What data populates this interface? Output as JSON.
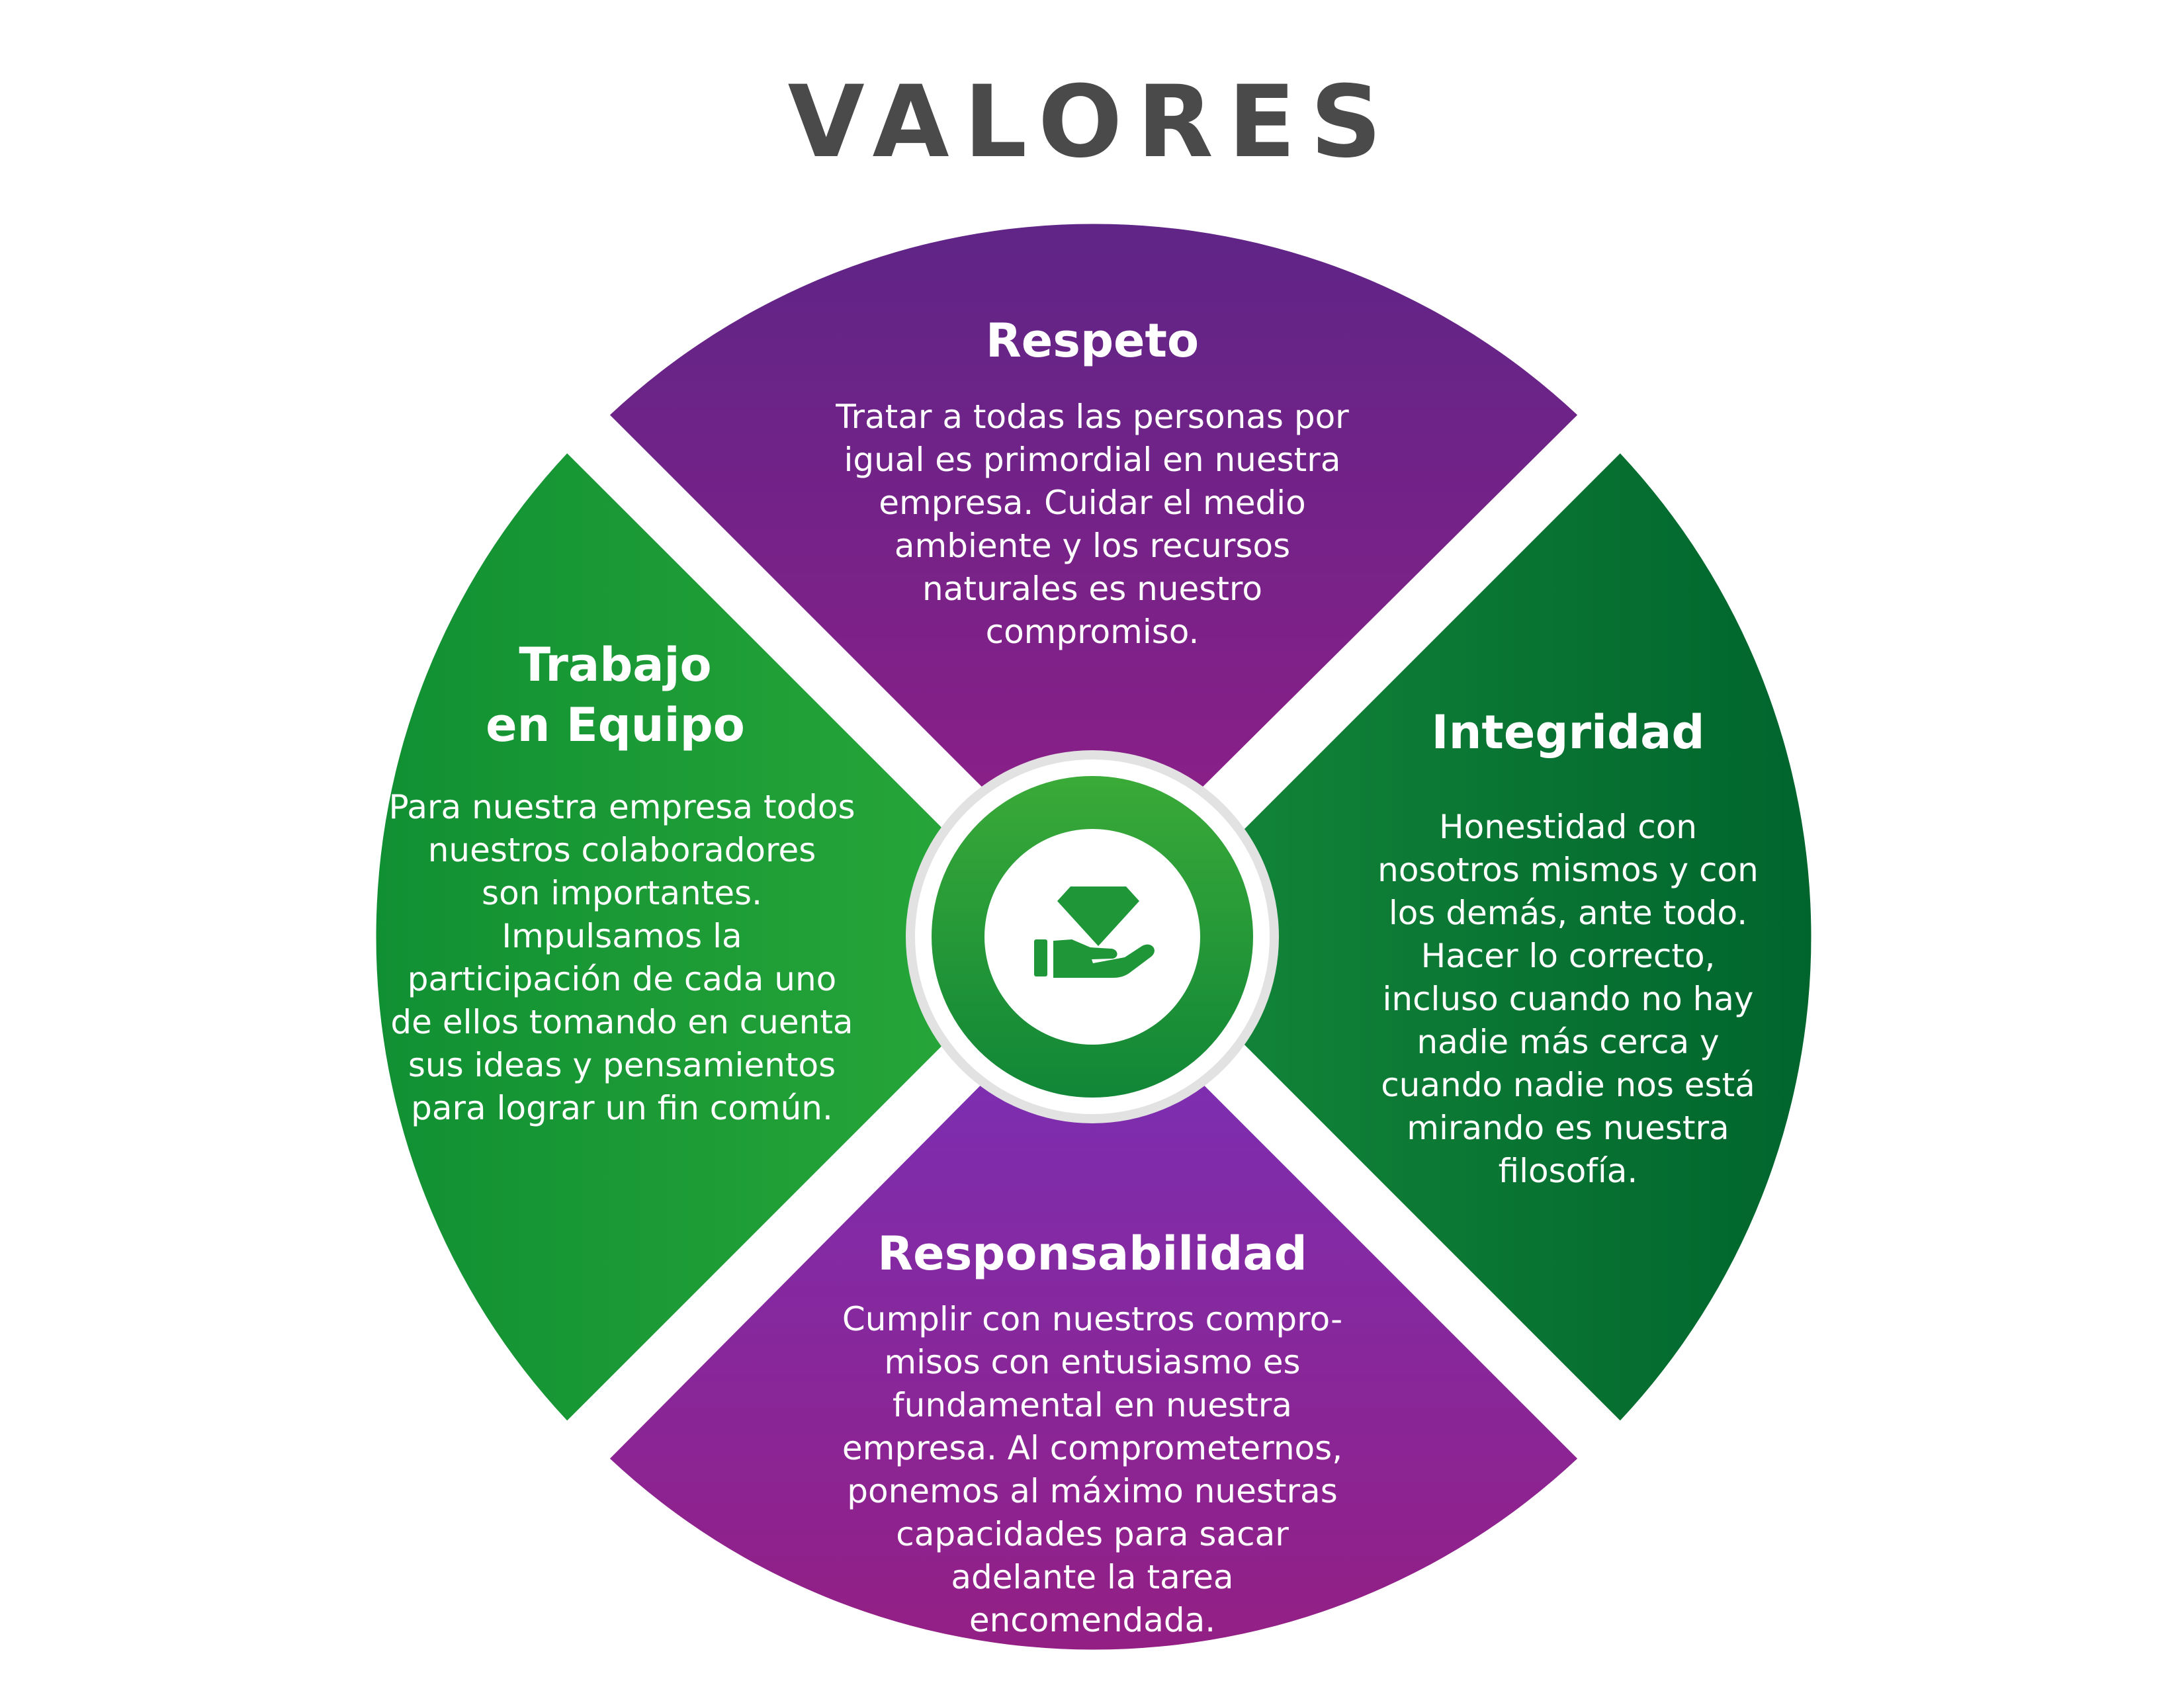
{
  "title": "VALORES",
  "colors": {
    "purple_light": "#7b2fb0",
    "purple_dark": "#8e1f8a",
    "green_light": "#2eaa3a",
    "green_dark": "#0a6b30",
    "title_gray": "#4a4a4a",
    "white": "#ffffff"
  },
  "center": {
    "icon": "hand-diamond-icon"
  },
  "segments": {
    "respeto": {
      "title": "Respeto",
      "text": "Tratar a todas las personas por\nigual es primordial en nuestra\nempresa. Cuidar el medio\nambiente y los recursos\nnaturales es nuestro\ncompromiso."
    },
    "integridad": {
      "title": "Integridad",
      "text": "Honestidad con\nnosotros mismos y con\nlos demás, ante todo.\nHacer lo correcto,\nincluso cuando no hay\nnadie más cerca y\ncuando nadie nos está\nmirando es nuestra\nfilosofía."
    },
    "responsabilidad": {
      "title": "Responsabilidad",
      "text": "Cumplir con nuestros compro-\nmisos con entusiasmo es\nfundamental en nuestra\nempresa. Al comprometernos,\nponemos al máximo nuestras\ncapacidades para sacar\nadelante la tarea\nencomendada."
    },
    "trabajo": {
      "title": "Trabajo\nen Equipo",
      "text": "Para nuestra empresa todos\nnuestros colaboradores\nson importantes.\nImpulsamos la\nparticipación de cada uno\nde ellos tomando en cuenta\nsus ideas y pensamientos\npara lograr un fin común."
    }
  }
}
